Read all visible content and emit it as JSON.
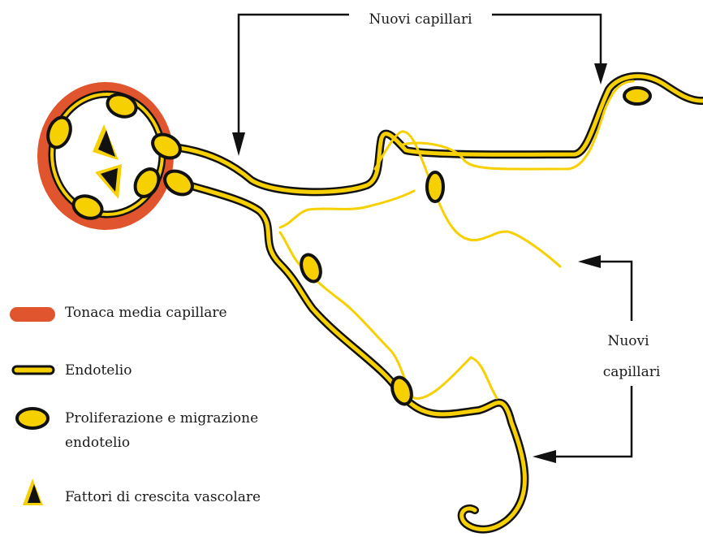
{
  "colors": {
    "tunica": "#e0552e",
    "endothelium_fill": "#f6d000",
    "new_capillary": "#f6d000",
    "outline": "#111111",
    "arrow": "#111111"
  },
  "labels": {
    "new_capillaries_top": "Nuovi capillari",
    "new_capillaries_right_line1": "Nuovi",
    "new_capillaries_right_line2": "capillari"
  },
  "legend": {
    "tunica": "Tonaca media capillare",
    "endothelium": "Endotelio",
    "proliferation_line1": "Proliferazione e migrazione",
    "proliferation_line2": "endotelio",
    "growth_factors": "Fattori di crescita vascolare"
  }
}
